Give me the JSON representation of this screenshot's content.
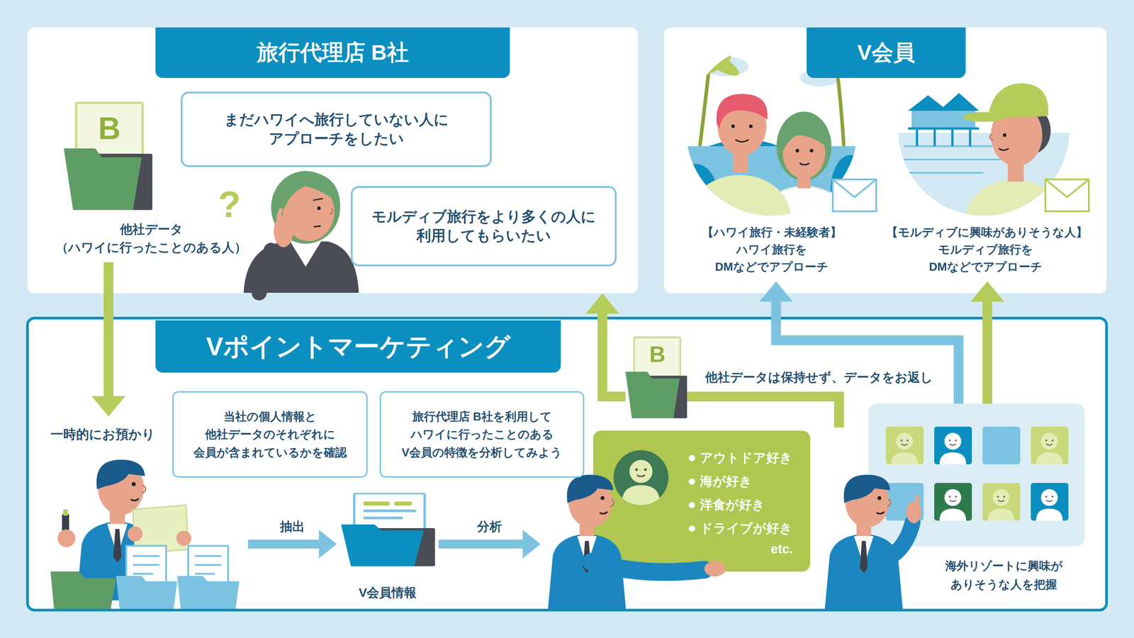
{
  "diagram": {
    "nodes": [
      {
        "text": [
          "旅行代理店 B社"
        ]
      },
      {
        "text": [
          "まだハワイへ旅行していない人に アプローチをしたい"
        ],
        "in": 0
      },
      {
        "text": [
          "モルディブ旅行をより多くの人に 利用してもらいたい"
        ],
        "in": 0
      },
      {
        "text": [
          "B",
          "他社データ （ハワイに行ったことのある人）"
        ],
        "in": 0
      },
      {
        "text": [
          "V会員"
        ]
      },
      {
        "text": [
          "【ハワイ旅行・未経験者】 ハワイ旅行を DMなどでアプローチ"
        ],
        "in": 4
      },
      {
        "text": [
          "【モルディブに興味がありそうな人】 モルディブ旅行を DMなどでアプローチ"
        ],
        "in": 4
      },
      {
        "text": [
          "Vポイントマーケティング"
        ]
      },
      {
        "text": [
          "一時的にお預かり"
        ],
        "in": 7
      },
      {
        "text": [
          "当社の個人情報と 他社データのそれぞれに 会員が含まれているかを確認"
        ],
        "in": 7
      },
      {
        "text": [
          "旅行代理店 B社を利用して ハワイに行ったことのある V会員の特徴を分析してみよう"
        ],
        "in": 7
      },
      {
        "text": [
          "V会員情報"
        ],
        "in": 7
      },
      {
        "text": [
          "アウトドア好き",
          "海が好き",
          "洋食が好き",
          "ドライブが好き",
          "etc."
        ],
        "in": 7
      },
      {
        "text": [
          "B",
          "他社データは保持せず、データをお返し"
        ],
        "in": 7
      },
      {
        "text": [
          "海外リゾートに興味が ありそうな人を把握"
        ],
        "in": 7
      }
    ],
    "edges": [
      {
        "from": 3,
        "to": 8,
        "arrow": "to"
      },
      {
        "from": 8,
        "to": 11,
        "label": "抽出",
        "arrow": "to"
      },
      {
        "from": 11,
        "to": 12,
        "label": "分析",
        "arrow": "to"
      },
      {
        "from": 12,
        "to": 13,
        "arrow": "none"
      },
      {
        "from": 13,
        "to": 0,
        "arrow": "to"
      },
      {
        "from": 14,
        "to": 5,
        "arrow": "to"
      },
      {
        "from": 14,
        "to": 6,
        "arrow": "to"
      }
    ],
    "labels": [
      "?"
    ]
  }
}
